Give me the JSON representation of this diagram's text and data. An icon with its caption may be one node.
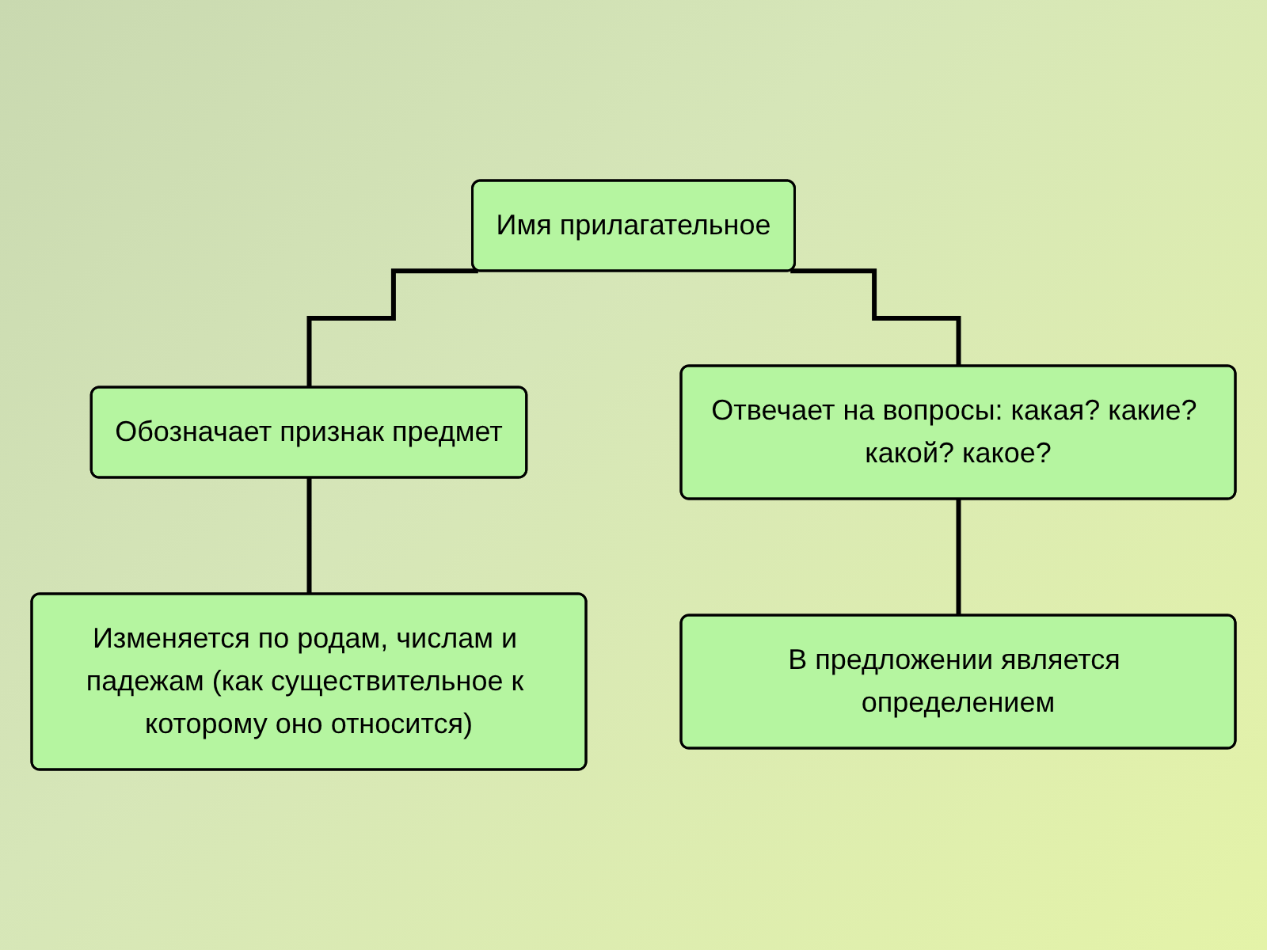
{
  "diagram": {
    "nodes": [
      {
        "text": [
          "Имя прилагательное"
        ]
      },
      {
        "text": [
          "Обозначает признак предмет"
        ]
      },
      {
        "text": [
          "Отвечает на вопросы: какая? какие? какой? какое?"
        ]
      },
      {
        "text": [
          "Изменяется по родам, числам и падежам (как существительное к которому оно относится)"
        ]
      },
      {
        "text": [
          "В предложении является определением"
        ]
      }
    ],
    "edges": [
      {
        "from": 0,
        "to": 1,
        "arrow": "none"
      },
      {
        "from": 0,
        "to": 2,
        "arrow": "none"
      },
      {
        "from": 1,
        "to": 3,
        "arrow": "none"
      },
      {
        "from": 2,
        "to": 4,
        "arrow": "none"
      }
    ]
  }
}
